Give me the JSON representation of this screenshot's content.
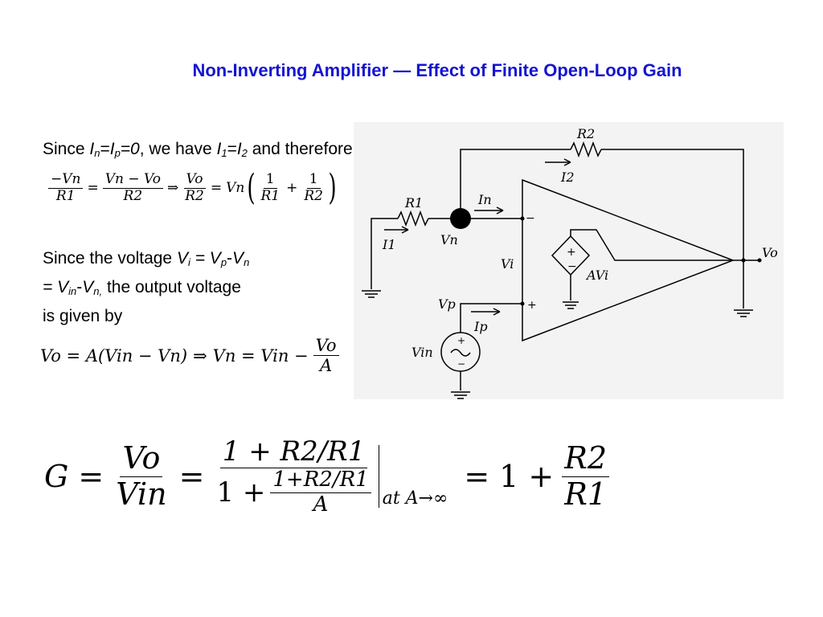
{
  "slide": {
    "title": "Non-Inverting Amplifier — Effect of Finite Open-Loop Gain"
  },
  "text1": {
    "since": "Since ",
    "In": "I",
    "In_sub": "n",
    "eq": "=",
    "Ip": "I",
    "Ip_sub": "p",
    "zero": "=0",
    "we_have": ", we have ",
    "I1": "I",
    "I1_sub": "1",
    "eq2": "=",
    "I2": "I",
    "I2_sub": "2",
    "therefore": " and therefore"
  },
  "eq1": {
    "n1": "−Vn",
    "d1": "R1",
    "n2": "Vn − Vo",
    "d2": "R2",
    "imp": "⇒",
    "n3": "Vo",
    "d3": "R2",
    "vn": "Vn",
    "n4": "1",
    "d4": "R1",
    "plus": "+",
    "n5": "1",
    "d5": "R2"
  },
  "text2": {
    "line1_pre": "Since the voltage ",
    "Vi": "V",
    "Vi_sub": "i",
    "eqa": " = ",
    "Vp": "V",
    "Vp_sub": "p",
    "minus": "-",
    "Vn": "V",
    "Vn_sub": "n",
    "line2_eq": "= ",
    "Vin": "V",
    "Vin_sub": "in",
    "minus2": "-",
    "Vn2": "V",
    "Vn2_sub": "n,",
    "line2_post": " the output voltage",
    "line3": "is given by"
  },
  "eq2": {
    "lhs": "Vo = A(Vin − Vn)",
    "imp": "⇒",
    "rhs": "Vn = Vin −",
    "num": "Vo",
    "den": "A"
  },
  "eq3": {
    "G": "G",
    "equals": "=",
    "num1": "Vo",
    "den1": "Vin",
    "num2": "1 + R2/R1",
    "den2_pre": "1 +",
    "den2_num": "1+R2/R1",
    "den2_den": "A",
    "at": "at  A→∞",
    "one_plus": "1 +",
    "num3": "R2",
    "den3": "R1"
  },
  "figure": {
    "labels": {
      "R2": "R2",
      "I2": "I2",
      "R1": "R1",
      "In": "In",
      "I1": "I1",
      "Vn": "Vn",
      "Vi": "Vi",
      "AVi": "AVi",
      "Vo": "Vo",
      "Vp": "Vp",
      "Ip": "Ip",
      "Vin": "Vin",
      "minus": "−",
      "plus": "+",
      "src_plus": "+",
      "src_minus": "−",
      "dep_plus": "+",
      "dep_minus": "−"
    }
  },
  "colors": {
    "title": "#1414d2",
    "figure_bg": "#f3f3f3"
  }
}
